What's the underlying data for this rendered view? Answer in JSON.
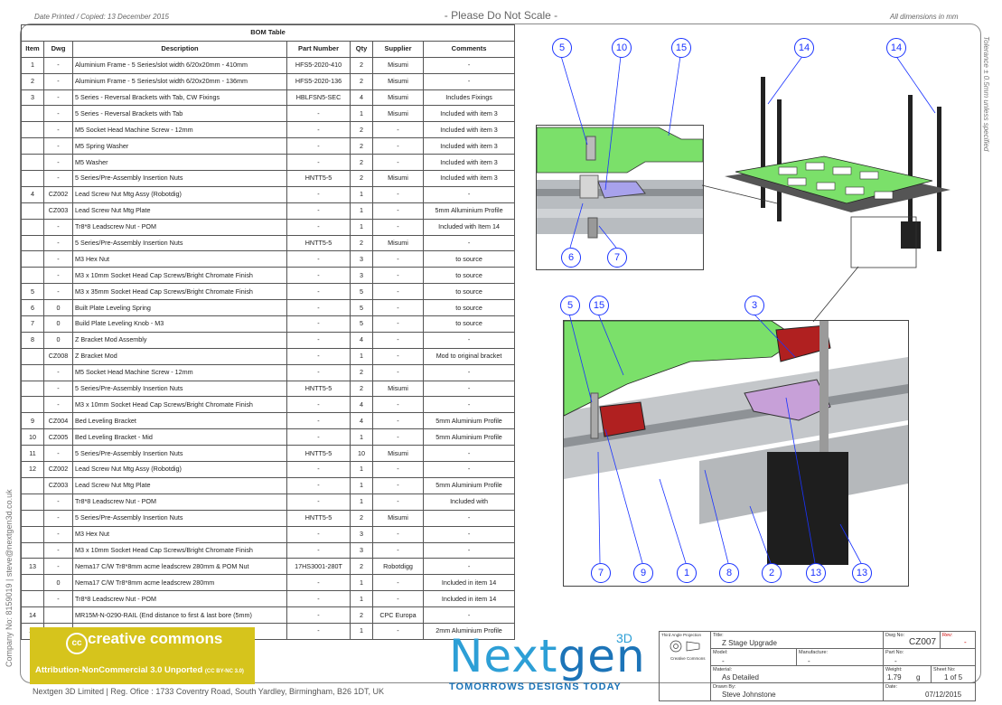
{
  "header": {
    "date_printed": "Date Printed / Copied: 13 December 2015",
    "scale_note": "- Please Do Not Scale -",
    "dimensions_note": "All dimensions in mm",
    "tolerance_note": "Tolerance ± 0.5mm unless specified",
    "side_company": "Company No: 8159019 | steve@nextgen3d.co.uk"
  },
  "bom": {
    "title": "BOM Table",
    "columns": [
      "Item",
      "Dwg",
      "Description",
      "Part Number",
      "Qty",
      "Supplier",
      "Comments"
    ],
    "rows": [
      [
        "1",
        "-",
        "Aluminium Frame - 5 Series/slot width 6/20x20mm - 410mm",
        "HFS5-2020-410",
        "2",
        "Misumi",
        "-"
      ],
      [
        "2",
        "-",
        "Aluminium Frame - 5 Series/slot width 6/20x20mm - 136mm",
        "HFS5-2020-136",
        "2",
        "Misumi",
        "-"
      ],
      [
        "3",
        "-",
        "5 Series - Reversal Brackets with Tab, CW Fixings",
        "HBLFSN5-SEC",
        "4",
        "Misumi",
        "Includes Fixings"
      ],
      [
        "",
        "-",
        "5 Series - Reversal Brackets with Tab",
        "-",
        "1",
        "Misumi",
        "Included with item 3"
      ],
      [
        "",
        "-",
        "M5 Socket Head Machine Screw - 12mm",
        "-",
        "2",
        "-",
        "Included with item 3"
      ],
      [
        "",
        "-",
        "M5 Spring Washer",
        "-",
        "2",
        "-",
        "Included with item 3"
      ],
      [
        "",
        "-",
        "M5 Washer",
        "-",
        "2",
        "-",
        "Included with item 3"
      ],
      [
        "",
        "-",
        "5 Series/Pre-Assembly Insertion Nuts",
        "HNTT5-5",
        "2",
        "Misumi",
        "Included with item 3"
      ],
      [
        "4",
        "CZ002",
        "Lead Screw Nut Mtg Assy (Robotdig)",
        "-",
        "1",
        "-",
        "-"
      ],
      [
        "",
        "CZ003",
        "Lead Screw Nut Mtg Plate",
        "-",
        "1",
        "-",
        "5mm Alluminium Profile"
      ],
      [
        "",
        "-",
        "Tr8*8 Leadscrew Nut - POM",
        "-",
        "1",
        "-",
        "Included with Item 14"
      ],
      [
        "",
        "-",
        "5 Series/Pre-Assembly Insertion Nuts",
        "HNTT5-5",
        "2",
        "Misumi",
        "-"
      ],
      [
        "",
        "-",
        "M3 Hex Nut",
        "-",
        "3",
        "-",
        "to source"
      ],
      [
        "",
        "-",
        "M3 x 10mm Socket Head Cap Screws/Bright Chromate Finish",
        "-",
        "3",
        "-",
        "to source"
      ],
      [
        "5",
        "-",
        "M3 x 35mm Socket Head Cap Screws/Bright Chromate Finish",
        "-",
        "5",
        "-",
        "to source"
      ],
      [
        "6",
        "0",
        "Built Plate Leveling Spring",
        "-",
        "5",
        "-",
        "to source"
      ],
      [
        "7",
        "0",
        "Build Plate Leveling Knob - M3",
        "-",
        "5",
        "-",
        "to source"
      ],
      [
        "8",
        "0",
        "Z Bracket Mod Assembly",
        "-",
        "4",
        "-",
        "-"
      ],
      [
        "",
        "CZ008",
        "Z Bracket Mod",
        "-",
        "1",
        "-",
        "Mod to original bracket"
      ],
      [
        "",
        "-",
        "M5 Socket Head Machine Screw - 12mm",
        "-",
        "2",
        "-",
        "-"
      ],
      [
        "",
        "-",
        "5 Series/Pre-Assembly Insertion Nuts",
        "HNTT5-5",
        "2",
        "Misumi",
        "-"
      ],
      [
        "",
        "-",
        "M3 x 10mm Socket Head Cap Screws/Bright Chromate Finish",
        "-",
        "4",
        "-",
        "-"
      ],
      [
        "9",
        "CZ004",
        "Bed Leveling Bracket",
        "-",
        "4",
        "-",
        "5mm Aluminium Profile"
      ],
      [
        "10",
        "CZ005",
        "Bed Leveling Bracket - Mid",
        "-",
        "1",
        "-",
        "5mm Aluminium Profile"
      ],
      [
        "11",
        "-",
        "5 Series/Pre-Assembly Insertion Nuts",
        "HNTT5-5",
        "10",
        "Misumi",
        "-"
      ],
      [
        "12",
        "CZ002",
        "Lead Screw Nut Mtg Assy (Robotdig)",
        "-",
        "1",
        "-",
        "-"
      ],
      [
        "",
        "CZ003",
        "Lead Screw Nut Mtg Plate",
        "-",
        "1",
        "-",
        "5mm Aluminium Profile"
      ],
      [
        "",
        "-",
        "Tr8*8 Leadscrew Nut - POM",
        "-",
        "1",
        "-",
        "Included with"
      ],
      [
        "",
        "-",
        "5 Series/Pre-Assembly Insertion Nuts",
        "HNTT5-5",
        "2",
        "Misumi",
        "-"
      ],
      [
        "",
        "-",
        "M3 Hex Nut",
        "-",
        "3",
        "-",
        "-"
      ],
      [
        "",
        "-",
        "M3 x 10mm Socket Head Cap Screws/Bright Chromate Finish",
        "-",
        "3",
        "-",
        "-"
      ],
      [
        "13",
        "-",
        "Nema17 C/W Tr8*8mm acme leadscrew 280mm & POM Nut",
        "17HS3001-280T",
        "2",
        "Robotdigg",
        "-"
      ],
      [
        "",
        "0",
        "Nema17 C/W Tr8*8mm acme leadscrew 280mm",
        "-",
        "1",
        "-",
        "Included in item 14"
      ],
      [
        "",
        "-",
        "Tr8*8 Leadscrew Nut - POM",
        "-",
        "1",
        "-",
        "Included in item 14"
      ],
      [
        "14",
        "",
        "MR15M-N-0290-RAIL (End distance to first & last bore (5mm)",
        "-",
        "2",
        "CPC Europa",
        "-"
      ],
      [
        "15",
        "CZ001",
        "Insulation Clamp Plate",
        "-",
        "1",
        "-",
        "2mm Aluminium Profile"
      ]
    ]
  },
  "callouts": {
    "view_tl": [
      "5",
      "10",
      "15",
      "6",
      "7"
    ],
    "view_tr": [
      "14",
      "14"
    ],
    "view_bottom": [
      "5",
      "15",
      "3",
      "7",
      "9",
      "1",
      "8",
      "2",
      "13",
      "13"
    ]
  },
  "license": {
    "brand": "creative commons",
    "cc_mark": "cc",
    "text": "Attribution-NonCommercial 3.0 Unported",
    "code": "(CC BY-NC 3.0)"
  },
  "company_line": "Nextgen 3D Limited | Reg. Ofice : 1733 Coventry Road, South Yardley, Birmingham, B26 1DT, UK",
  "brand": {
    "name_a": "Next",
    "name_b": "gen",
    "sup": "3D",
    "tagline": "TOMORROWS DESIGNS TODAY"
  },
  "title_block": {
    "projection": "Third Angle Projection",
    "cc_small": "Creative Commons",
    "title_label": "Title:",
    "title": "Z Stage Upgrade",
    "dwg_no_label": "Dwg No:",
    "dwg_no": "CZ007",
    "rev_label": "Rev:",
    "rev": "-",
    "model_label": "Model:",
    "model": "-",
    "manufacture_label": "Manufacture:",
    "manufacture": "-",
    "part_no_label": "Part No:",
    "part_no": "-",
    "material_label": "Material:",
    "material": "As Detailed",
    "weight_label": "Weight:",
    "weight": "1.79",
    "weight_unit": "g",
    "sheet_label": "Sheet No:",
    "sheet": "1 of 5",
    "drawn_label": "Drawn By:",
    "drawn_by": "Steve Johnstone",
    "date_label": "Date:",
    "date": "07/12/2015"
  },
  "colors": {
    "callout": "#1a33ff",
    "plate_green": "#7be06a",
    "bracket_red": "#b02020",
    "nut_purple": "#c7a0d8",
    "brand_blue": "#2d9fd6",
    "license_gold": "#d6c41c"
  }
}
